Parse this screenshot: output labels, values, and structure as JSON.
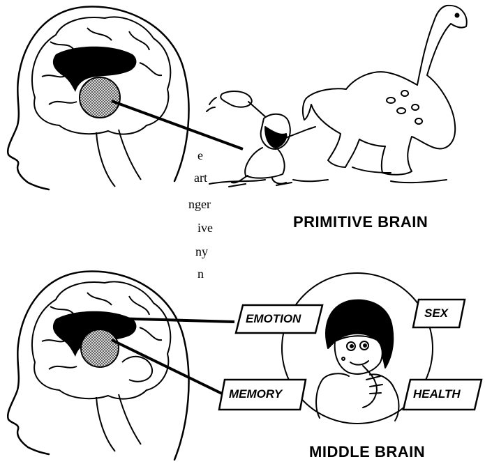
{
  "side_text": [
    "e",
    "art",
    "nger",
    "ive",
    "ny",
    "n"
  ],
  "panels": {
    "primitive": {
      "caption": "PRIMITIVE BRAIN"
    },
    "middle": {
      "caption": "MIDDLE BRAIN",
      "tags": {
        "emotion": "EMOTION",
        "sex": "SEX",
        "memory": "MEMORY",
        "health": "HEALTH"
      }
    }
  },
  "colors": {
    "ink": "#000000",
    "paper": "#ffffff",
    "hatch": "#4a4a4a"
  }
}
